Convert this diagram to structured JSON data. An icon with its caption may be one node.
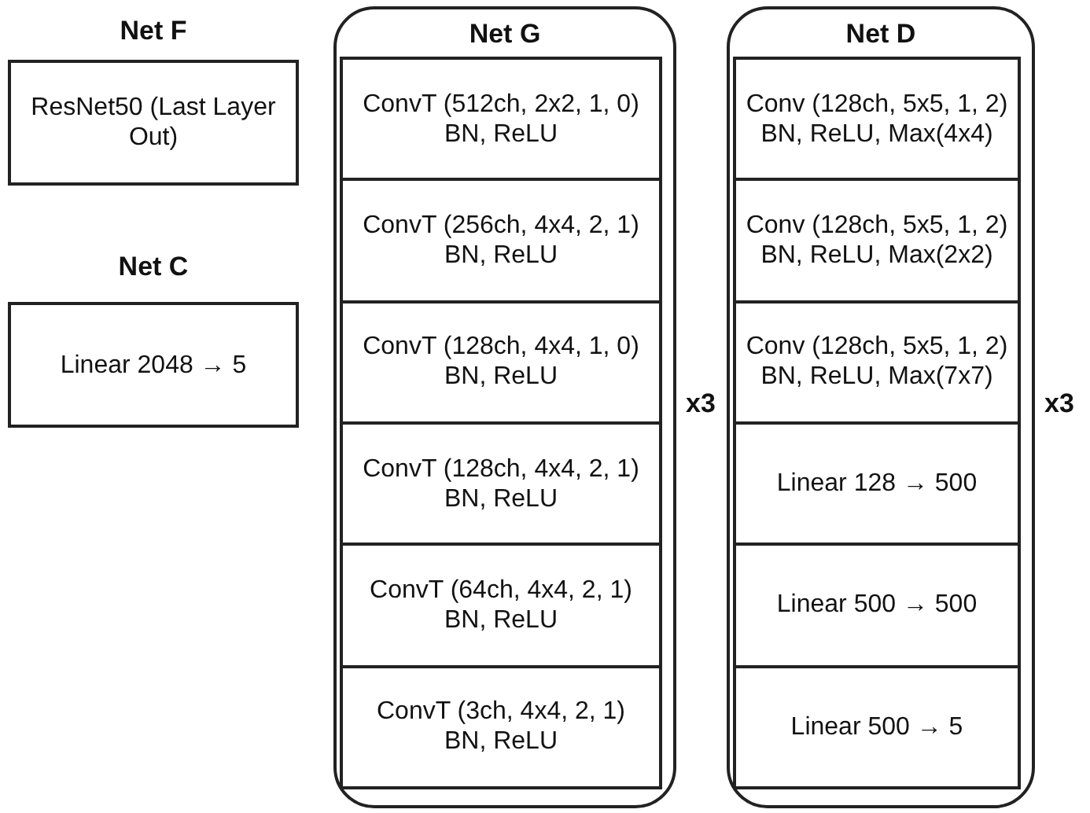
{
  "diagram": {
    "nodes": [
      {
        "text": [
          "Net F",
          "ResNet50 (Last Layer Out)"
        ]
      },
      {
        "text": [
          "Net C",
          "Linear 2048 → 5"
        ]
      },
      {
        "text": [
          "Net G"
        ],
        "beside": [
          "x3"
        ]
      },
      {
        "text": [
          "ConvT (512ch, 2x2, 1, 0) BN, ReLU"
        ],
        "in": 2
      },
      {
        "text": [
          "ConvT (256ch, 4x4, 2, 1) BN, ReLU"
        ],
        "in": 2
      },
      {
        "text": [
          "ConvT (128ch, 4x4, 1, 0) BN, ReLU"
        ],
        "in": 2
      },
      {
        "text": [
          "ConvT (128ch, 4x4, 2, 1) BN, ReLU"
        ],
        "in": 2
      },
      {
        "text": [
          "ConvT (64ch, 4x4, 2, 1) BN, ReLU"
        ],
        "in": 2
      },
      {
        "text": [
          "ConvT (3ch, 4x4, 2, 1) BN, ReLU"
        ],
        "in": 2
      },
      {
        "text": [
          "Net D"
        ],
        "beside": [
          "x3"
        ]
      },
      {
        "text": [
          "Conv (128ch, 5x5, 1, 2) BN, ReLU, Max(4x4)"
        ],
        "in": 9
      },
      {
        "text": [
          "Conv (128ch, 5x5, 1, 2) BN, ReLU, Max(2x2)"
        ],
        "in": 9
      },
      {
        "text": [
          "Conv (128ch, 5x5, 1, 2) BN, ReLU, Max(7x7)"
        ],
        "in": 9
      },
      {
        "text": [
          "Linear 128 → 500"
        ],
        "in": 9
      },
      {
        "text": [
          "Linear 500 → 500"
        ],
        "in": 9
      },
      {
        "text": [
          "Linear 500 → 5"
        ],
        "in": 9
      }
    ]
  }
}
